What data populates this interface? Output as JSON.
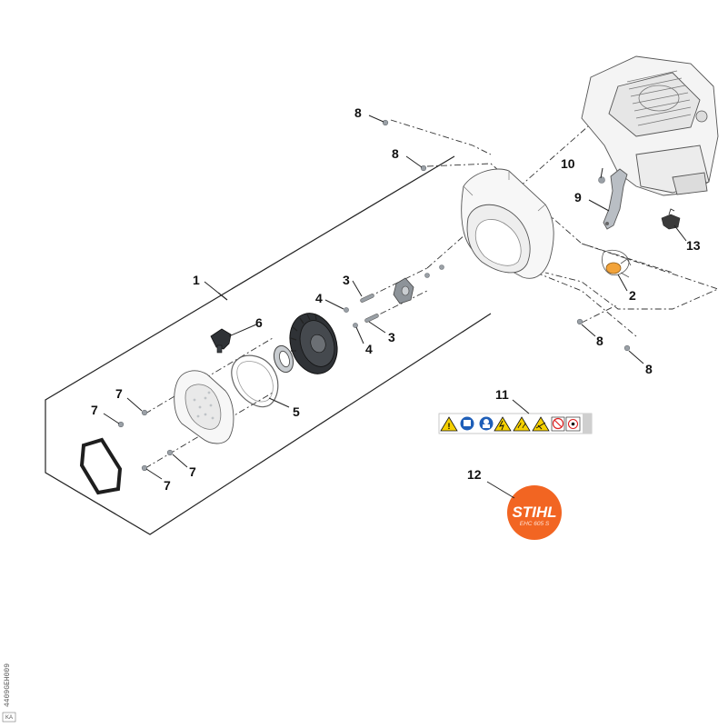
{
  "callouts": {
    "c1": "1",
    "c2": "2",
    "c3a": "3",
    "c3b": "3",
    "c4a": "4",
    "c4b": "4",
    "c5": "5",
    "c6": "6",
    "c7a": "7",
    "c7b": "7",
    "c7c": "7",
    "c7d": "7",
    "c8a": "8",
    "c8b": "8",
    "c8c": "8",
    "c8d": "8",
    "c9": "9",
    "c10": "10",
    "c11": "11",
    "c12": "12",
    "c13": "13"
  },
  "logo": {
    "brand": "STIHL",
    "model": "EHC 605 S",
    "color": "#f26522"
  },
  "document_id": "4409GEH009",
  "box_label": "KA"
}
